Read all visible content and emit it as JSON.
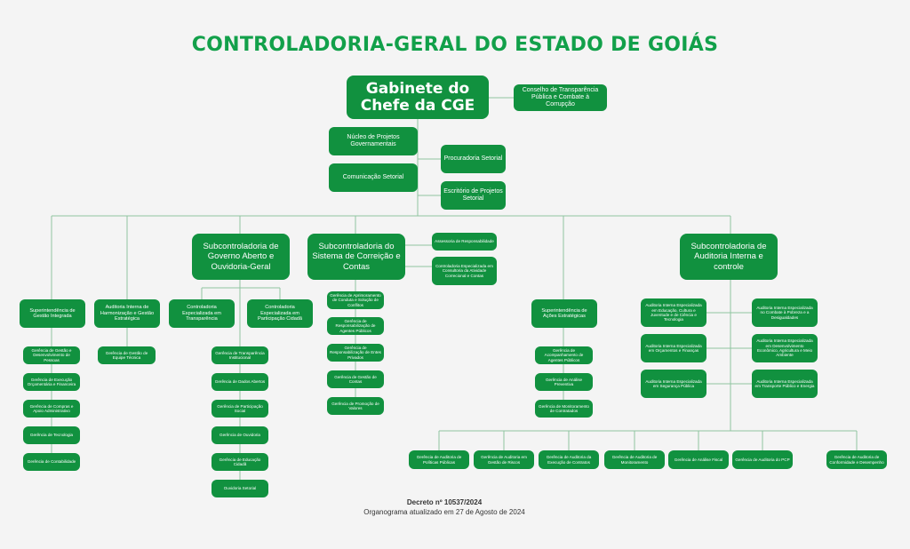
{
  "title": "CONTROLADORIA-GERAL DO ESTADO DE GOIÁS",
  "gabinete": "Gabinete do Chefe da CGE",
  "conselho": "Conselho de Transparência Pública e Combate à Corrupção",
  "nucleo": "Núcleo de Projetos Governamentais",
  "comunicacao": "Comunicação Setorial",
  "procuradoria": "Procuradoria Setorial",
  "escritorio": "Escritório de Projetos Setorial",
  "sub_governo": "Subcontroladoria de Governo Aberto e Ouvidoria-Geral",
  "sub_correicao": "Subcontroladoria do Sistema de Correição e Contas",
  "sub_auditoria": "Subcontroladoria de Auditoria Interna e controle",
  "assessoria": "Assessoria de Responsabilidade",
  "controladoria_consultoria": "Controladoria Especializada em Consultoria da Atividade Correcional e Contas",
  "superintendencia_gestao": "Superintendência de Gestão Integrada",
  "auditoria_harmonizacao": "Auditoria Interna de Harmonização e Gestão Estratégica",
  "controladoria_transparencia": "Controladoria Especializada em Transparência",
  "controladoria_participacao": "Controladoria Especializada em Participação Cidadã",
  "superintendencia_acoes": "Superintendência de Ações Estratégicas",
  "gestao_gerencias": [
    "Gerência de Gestão e Desenvolvimento de Pessoas",
    "Gerência de Execução Orçamentária e Financeira",
    "Gerência de Compras e Apoio Administrativo",
    "Gerência de Tecnologia",
    "Gerência de Contabilidade"
  ],
  "harmonizacao_gerencias": [
    "Gerência de Gestão de Equipe Técnica"
  ],
  "governo_gerencias": [
    "Gerência de Transparência Institucional",
    "Gerência de Dados Abertos",
    "Gerência de Participação Social",
    "Gerência de Ouvidoria",
    "Gerência de Educação Cidadã",
    "Ouvidoria Setorial"
  ],
  "correicao_gerencias": [
    "Gerência de Aprimoramento de Conduta e Solução de Conflitos",
    "Gerência de Responsabilização de Agentes Públicos",
    "Gerência de Responsabilização de Entes Privados",
    "Gerência de Gestão de Contas",
    "Gerência de Promoção de Valores"
  ],
  "acoes_gerencias": [
    "Gerência de Acompanhamento de Agentes Públicos",
    "Gerência de Análise Preventiva",
    "Gerência de Monitoramento de Contratados"
  ],
  "auditorias_especializadas": [
    "Auditoria Interna Especializada em Educação, Cultura e Juventude e de Ciência e Tecnologia",
    "Auditoria Interna Especializada no Combate à Pobreza e a Desigualdades",
    "Auditoria Interna Especializada em Orçamentos e Finanças",
    "Auditoria Interna Especializada em Desenvolvimento Econômico, Agricultura e Meio Ambiente",
    "Auditoria Interna Especializada em Segurança Pública",
    "Auditoria Interna Especializada em Transporte Público e Energia"
  ],
  "auditoria_gerencias": [
    "Gerência de Auditoria de Políticas Públicas",
    "Gerência de Auditoria em Gestão de Riscos",
    "Gerência de Auditoria da Execução de Contratos",
    "Gerência de Auditoria de Monitoramento",
    "Gerência de Análise Fiscal",
    "Gerência de Auditoria do PCP",
    "Gerência de Auditoria de Conformidade e Desempenho"
  ],
  "footer": {
    "decreto": "Decreto nº 10537/2024",
    "atualizado": "Organograma atualizado em 27 de Agosto de 2024"
  }
}
